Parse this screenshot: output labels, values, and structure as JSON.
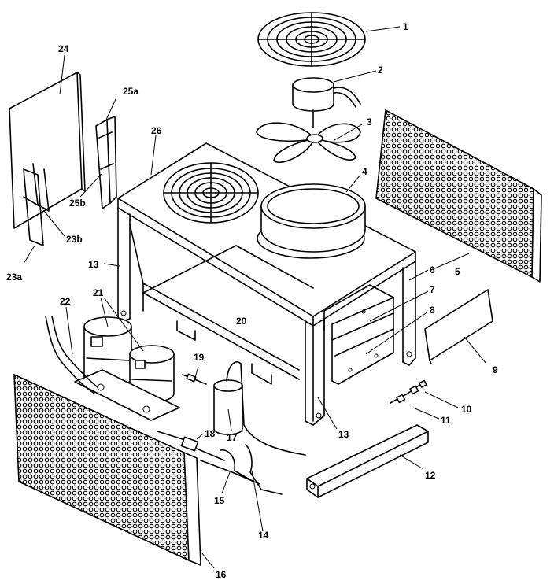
{
  "callouts": [
    {
      "id": "c1",
      "text": "1"
    },
    {
      "id": "c2",
      "text": "2"
    },
    {
      "id": "c3",
      "text": "3"
    },
    {
      "id": "c4",
      "text": "4"
    },
    {
      "id": "c5",
      "text": "5"
    },
    {
      "id": "c6",
      "text": "6"
    },
    {
      "id": "c7",
      "text": "7"
    },
    {
      "id": "c8",
      "text": "8"
    },
    {
      "id": "c9",
      "text": "9"
    },
    {
      "id": "c10",
      "text": "10"
    },
    {
      "id": "c11",
      "text": "11"
    },
    {
      "id": "c12",
      "text": "12"
    },
    {
      "id": "c13a",
      "text": "13"
    },
    {
      "id": "c13b",
      "text": "13"
    },
    {
      "id": "c14",
      "text": "14"
    },
    {
      "id": "c15",
      "text": "15"
    },
    {
      "id": "c16",
      "text": "16"
    },
    {
      "id": "c17",
      "text": "17"
    },
    {
      "id": "c18",
      "text": "18"
    },
    {
      "id": "c19",
      "text": "19"
    },
    {
      "id": "c20",
      "text": "20"
    },
    {
      "id": "c21",
      "text": "21"
    },
    {
      "id": "c22",
      "text": "22"
    },
    {
      "id": "c23a",
      "text": "23a"
    },
    {
      "id": "c23b",
      "text": "23b"
    },
    {
      "id": "c24",
      "text": "24"
    },
    {
      "id": "c25a",
      "text": "25a"
    },
    {
      "id": "c25b",
      "text": "25b"
    },
    {
      "id": "c26",
      "text": "26"
    }
  ]
}
